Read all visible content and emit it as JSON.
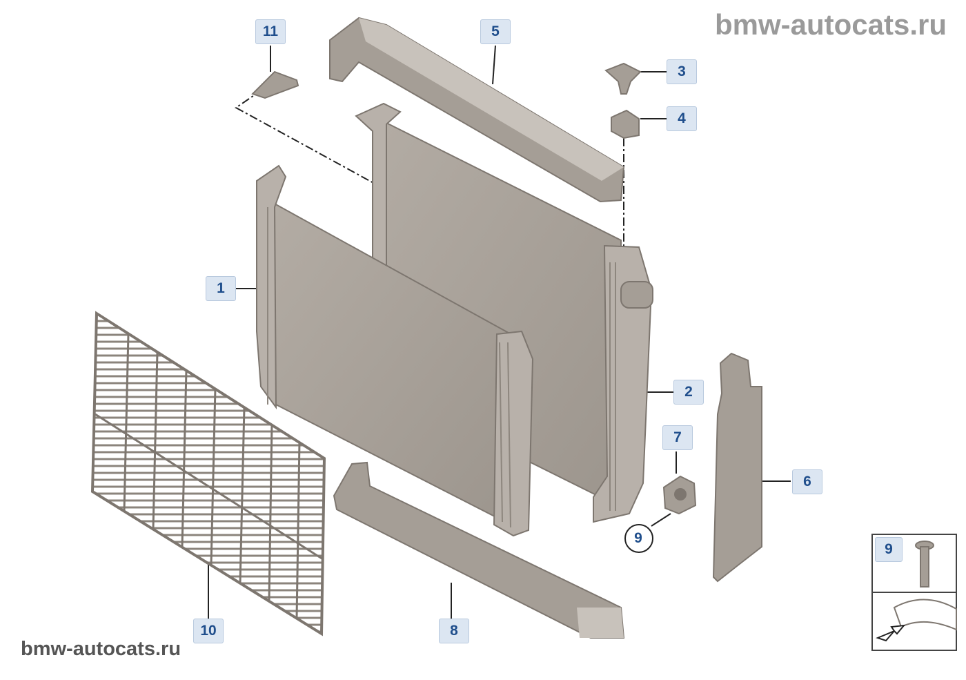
{
  "watermark": {
    "top": "bmw-autocats.ru",
    "bottom": "bmw-autocats.ru"
  },
  "callouts": {
    "c1": "1",
    "c2": "2",
    "c3": "3",
    "c4": "4",
    "c5": "5",
    "c6": "6",
    "c7": "7",
    "c8": "8",
    "c9": "9",
    "c10": "10",
    "c11": "11"
  },
  "inset": {
    "number": "9"
  },
  "parts": [
    {
      "id": "radiator-main",
      "icon": "radiator-icon"
    },
    {
      "id": "radiator-aux",
      "icon": "radiator-icon"
    },
    {
      "id": "grille-guard",
      "icon": "grille-icon"
    },
    {
      "id": "top-air-duct",
      "icon": "duct-icon"
    },
    {
      "id": "bottom-air-duct",
      "icon": "duct-icon"
    },
    {
      "id": "side-air-duct",
      "icon": "duct-icon"
    },
    {
      "id": "mount-bracket",
      "icon": "mount-icon"
    },
    {
      "id": "rubber-mount",
      "icon": "mount-icon"
    },
    {
      "id": "clip",
      "icon": "clip-icon"
    },
    {
      "id": "bolt",
      "icon": "bolt-icon"
    },
    {
      "id": "drain-plug",
      "icon": "plug-icon"
    }
  ],
  "colors": {
    "part_fill": "#a59e96",
    "part_dark": "#7d766f",
    "part_light": "#c8c2bb",
    "callout_bg": "#dce6f2",
    "callout_text": "#1f4e8c"
  }
}
